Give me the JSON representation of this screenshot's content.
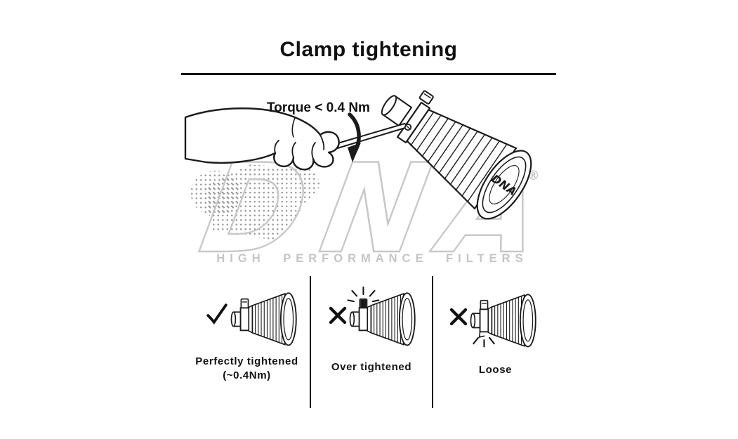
{
  "title": "Clamp tightening",
  "main": {
    "torque_label": "Torque < 0.4 Nm",
    "cap_logo": "DNA"
  },
  "watermark": {
    "brand": "DNA",
    "registered": "®",
    "tagline": "HIGH PERFORMANCE FILTERS",
    "color": "#c8c8c8"
  },
  "panels": [
    {
      "id": "perfect",
      "mark_icon": "check-icon",
      "caption_line1": "Perfectly tightened",
      "caption_line2": "(~0.4Nm)"
    },
    {
      "id": "over-tightened",
      "mark_icon": "cross-icon",
      "caption_line1": "Over tightened"
    },
    {
      "id": "loose",
      "mark_icon": "cross-icon",
      "caption_line1": "Loose"
    }
  ],
  "colors": {
    "line": "#1a1a1a",
    "watermark": "#c8c8c8"
  }
}
